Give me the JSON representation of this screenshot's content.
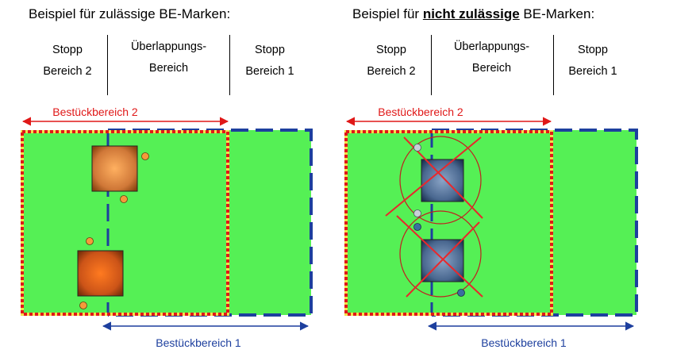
{
  "left_panel": {
    "heading": "Beispiel für zulässige BE-Marken:",
    "columns": [
      {
        "line1": "Stopp",
        "line2": "Bereich 2"
      },
      {
        "line1": "Überlappungs-",
        "line2": "Bereich"
      },
      {
        "line1": "Stopp",
        "line2": "Bereich 1"
      }
    ],
    "area2_label": "Bestückbereich 2",
    "area1_label": "Bestückbereich 1"
  },
  "right_panel": {
    "heading_prefix": "Beispiel für ",
    "heading_emphasis": "nicht zulässige",
    "heading_suffix": " BE-Marken:",
    "columns": [
      {
        "line1": "Stopp",
        "line2": "Bereich 2"
      },
      {
        "line1": "Überlappungs-",
        "line2": "Bereich"
      },
      {
        "line1": "Stopp",
        "line2": "Bereich 1"
      }
    ],
    "area2_label": "Bestückbereich 2",
    "area1_label": "Bestückbereich 1"
  },
  "colors": {
    "board_green": "#55f055",
    "area2_red": "#e01818",
    "area1_blue": "#1d3f9e",
    "valid_component": "#c8682a",
    "invalid_component": "#3c5a86",
    "cross_red": "#e8282c",
    "valid_marker": "#f59a3a",
    "invalid_marker_light": "#c8d0d8",
    "invalid_marker_dark": "#3a6ea0"
  }
}
